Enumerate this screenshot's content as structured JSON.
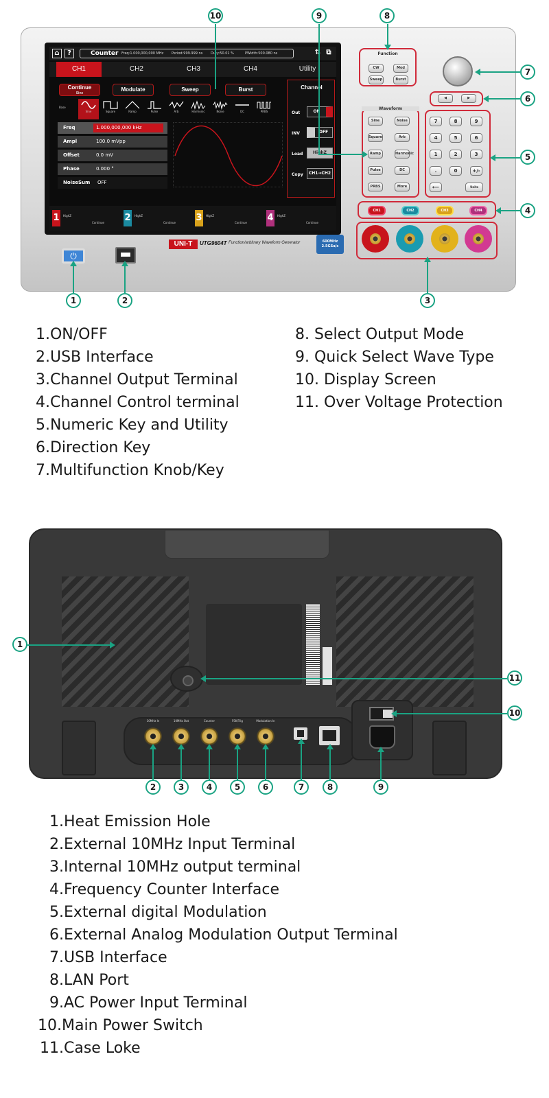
{
  "front_panel": {
    "screen": {
      "status": {
        "counter_label": "Counter",
        "freq": "Freq:1.000,000,000 MHz",
        "period": "Period:999.999 ns",
        "duty": "Duty:50.01 %",
        "pwidth": "PWidth:500.080 ns"
      },
      "tabs": [
        "CH1",
        "CH2",
        "CH3",
        "CH4",
        "Utility"
      ],
      "modes": [
        "Continue",
        "Modulate",
        "Sweep",
        "Burst"
      ],
      "mode_sub": "Sine",
      "base_label": "Base",
      "waveforms": [
        "Sine",
        "Square",
        "Ramp",
        "Pulse",
        "Arb",
        "Harmonic",
        "Noise",
        "DC",
        "PRBS"
      ],
      "params": [
        {
          "label": "Freq",
          "value": "1.000,000,000 kHz"
        },
        {
          "label": "Ampl",
          "value": "100.0 mVpp"
        },
        {
          "label": "Offset",
          "value": "0.0 mV"
        },
        {
          "label": "Phase",
          "value": "0.000 °"
        },
        {
          "label": "NoiseSum",
          "value": "OFF"
        }
      ],
      "channel_panel": {
        "title": "Channel",
        "out_label": "Out",
        "out_value": "ON",
        "inv_label": "INV",
        "inv_value": "OFF",
        "load_label": "Load",
        "load_value": "HighZ",
        "copy_label": "Copy",
        "copy_value": "CH1→CH2"
      },
      "channels": [
        {
          "num": "1",
          "imp": "HighZ",
          "mode": "Continue",
          "color": "#c8141c"
        },
        {
          "num": "2",
          "imp": "HighZ",
          "mode": "Continue",
          "color": "#1a8aa0"
        },
        {
          "num": "3",
          "imp": "HighZ",
          "mode": "Continue",
          "color": "#d9a21b"
        },
        {
          "num": "4",
          "imp": "HighZ",
          "mode": "Continue",
          "color": "#b0307c"
        }
      ]
    },
    "brand": "UNI-T",
    "model": "UTG9604T",
    "model_desc": "Function/arbitrary Waveform Generator",
    "spec_badge": [
      "600MHz",
      "2.5GSa/s"
    ],
    "function_group": {
      "title": "Function",
      "keys": [
        "CW",
        "Mod",
        "Sweep",
        "Burst"
      ]
    },
    "waveform_group": {
      "title": "Waveform",
      "keys": [
        "Sine",
        "Noise",
        "Square",
        "Arb",
        "Ramp",
        "Harmonic",
        "Pulse",
        "DC",
        "PRBS",
        "More"
      ]
    },
    "numeric_keys": [
      "7",
      "8",
      "9",
      "4",
      "5",
      "6",
      "1",
      "2",
      "3",
      ".",
      "0",
      "+/-"
    ],
    "unit_key": "Units",
    "channel_keys": [
      "CH1",
      "CH2",
      "CH3",
      "CH4"
    ],
    "callouts": [
      "1",
      "2",
      "3",
      "4",
      "5",
      "6",
      "7",
      "8",
      "9",
      "10"
    ]
  },
  "front_legend": [
    "1.ON/OFF",
    "2.USB Interface",
    "3.Channel Output Terminal",
    "4.Channel Control terminal",
    "5.Numeric Key and Utility",
    "6.Direction Key",
    "7.Multifunction Knob/Key",
    "8. Select Output Mode",
    "9. Quick Select Wave Type",
    "10. Display Screen",
    "11. Over Voltage Protection"
  ],
  "rear_panel": {
    "io_labels": [
      "10MHz In",
      "10MHz Out",
      "Counter",
      "FSK/Trig",
      "Modulation In"
    ],
    "callouts": [
      "1",
      "2",
      "3",
      "4",
      "5",
      "6",
      "7",
      "8",
      "9",
      "10",
      "11"
    ]
  },
  "rear_legend": [
    "1.Heat Emission Hole",
    "2.External 10MHz Input Terminal",
    "3.Internal 10MHz output terminal",
    "4.Frequency Counter Interface",
    "5.External digital Modulation",
    "6.External Analog Modulation Output Terminal",
    "7.USB Interface",
    "8.LAN Port",
    "9.AC Power Input Terminal",
    "10.Main Power Switch",
    "11.Case Loke"
  ]
}
